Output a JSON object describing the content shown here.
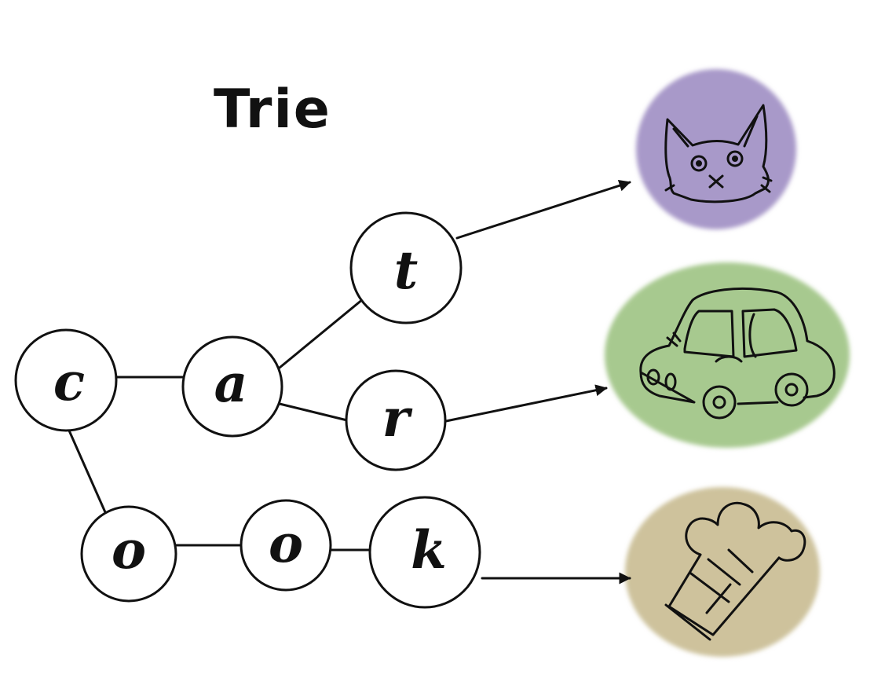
{
  "title": "Trie",
  "nodes": {
    "c": "c",
    "a": "a",
    "t": "t",
    "r": "r",
    "o1": "o",
    "o2": "o",
    "k": "k"
  },
  "colors": {
    "cat": "#a899c9",
    "car": "#a7c98f",
    "cook": "#cec29c",
    "ink": "#111111"
  },
  "icons": {
    "cat": "cat-face-icon",
    "car": "car-icon",
    "cook": "chef-hat-icon"
  }
}
